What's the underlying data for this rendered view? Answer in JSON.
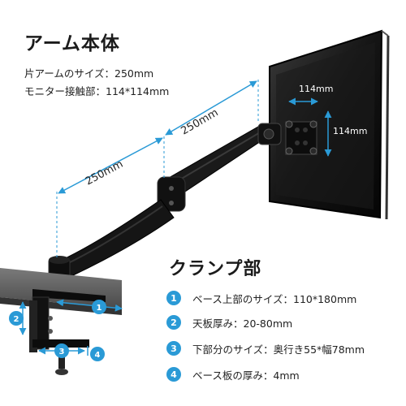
{
  "header": {
    "title": "アーム本体",
    "spec_arm": "片アームのサイズ：250mm",
    "spec_vesa": "モニター接触部：114*114mm"
  },
  "diagram": {
    "dim_arm_lower": "250mm",
    "dim_arm_upper": "250mm",
    "vesa_width": "114mm",
    "vesa_height": "114mm"
  },
  "clamp": {
    "title": "クランプ部",
    "items": [
      {
        "num": "1",
        "text": "ベース上部のサイズ：110*180mm"
      },
      {
        "num": "2",
        "text": "天板厚み：20-80mm"
      },
      {
        "num": "3",
        "text": "下部分のサイズ：奥行き55*幅78mm"
      },
      {
        "num": "4",
        "text": "ベース板の厚み：4mm"
      }
    ],
    "callouts": [
      "1",
      "2",
      "3",
      "4"
    ]
  },
  "colors": {
    "accent": "#2a9ad6",
    "arm": "#161616",
    "monitor": "#101010"
  }
}
